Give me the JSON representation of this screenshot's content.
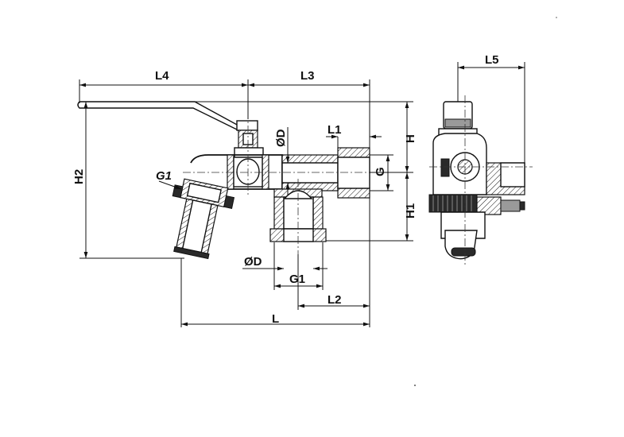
{
  "labels": {
    "L4": "L4",
    "L3": "L3",
    "L5": "L5",
    "H": "H",
    "H1": "H1",
    "H2": "H2",
    "L1": "L1",
    "L2": "L2",
    "L": "L",
    "G": "G",
    "G1_side": "G1",
    "G1_bottom": "G1",
    "OD_top": "ØD",
    "OD_bottom": "ØD"
  }
}
